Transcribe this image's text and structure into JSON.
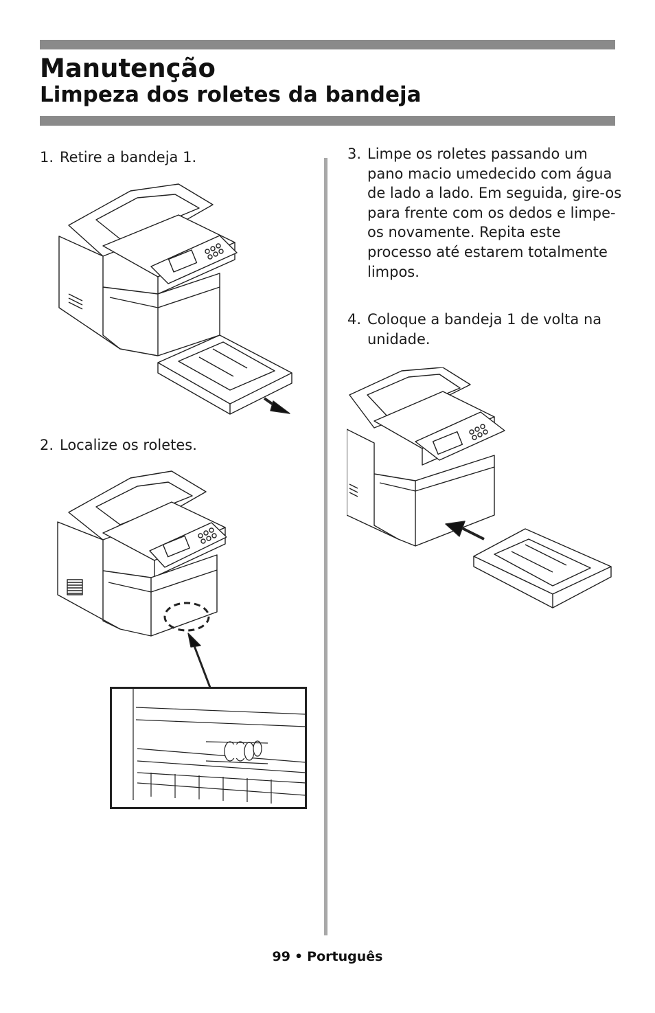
{
  "header": {
    "title": "Manutenção",
    "subtitle": "Limpeza dos roletes da bandeja"
  },
  "steps": [
    {
      "number": "1.",
      "text": "Retire a bandeja 1."
    },
    {
      "number": "2.",
      "text": "Localize os roletes."
    },
    {
      "number": "3.",
      "text": "Limpe os roletes passando um pano macio umedecido com água de lado a lado. Em seguida, gire-os para frente com os dedos e limpe-os novamente. Repita este processo até estarem totalmente limpos."
    },
    {
      "number": "4.",
      "text": "Coloque a bandeja 1 de volta na unidade."
    }
  ],
  "footer": {
    "page_number": "99",
    "separator": "•",
    "language": "Português"
  },
  "colors": {
    "rule_bar": "#8a8a8a",
    "column_divider": "#a8a8a8",
    "text": "#1a1a1a"
  }
}
